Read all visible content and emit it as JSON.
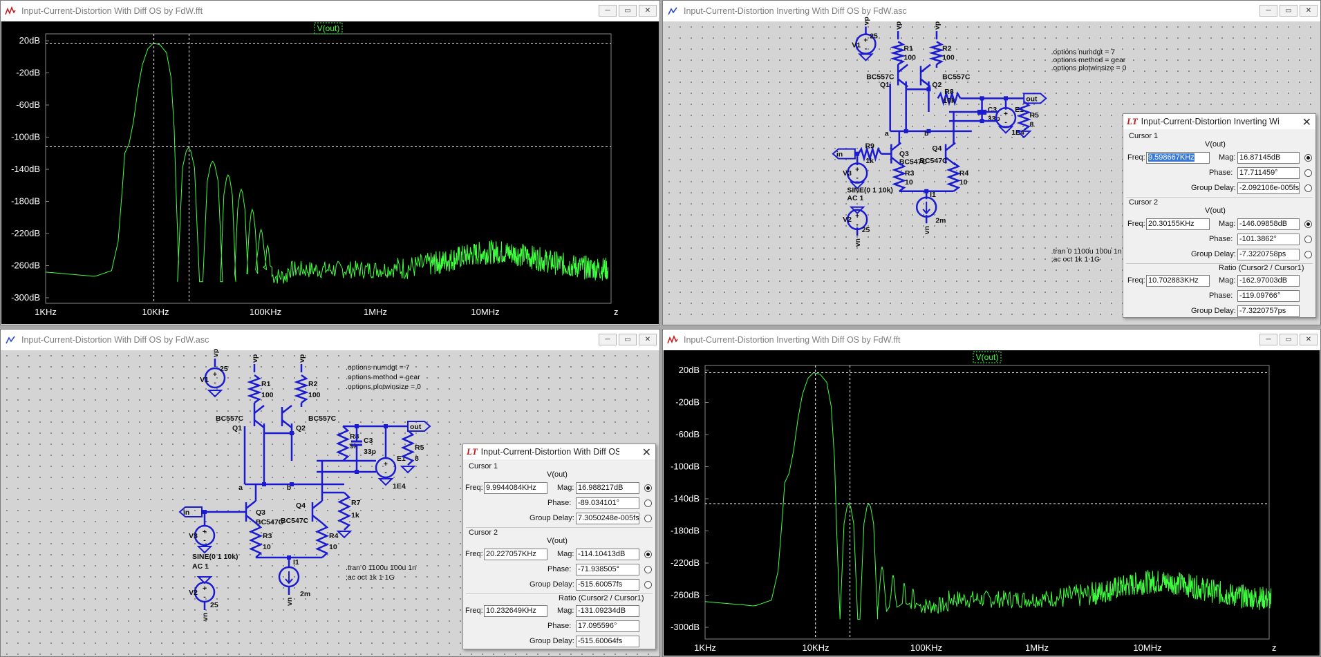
{
  "windows": {
    "tl": {
      "title": "Input-Current-Distortion With Diff OS by FdW.fft",
      "trace": "V(out)",
      "yticks": [
        "20dB",
        "-20dB",
        "-60dB",
        "-100dB",
        "-140dB",
        "-180dB",
        "-220dB",
        "-260dB",
        "-300dB"
      ],
      "xticks": [
        "1KHz",
        "10KHz",
        "100KHz",
        "1MHz",
        "10MHz"
      ],
      "x_end_fragment": "z"
    },
    "tr": {
      "title": "Input-Current-Distortion Inverting With Diff OS by FdW.asc"
    },
    "bl": {
      "title": "Input-Current-Distortion With Diff OS by FdW.asc"
    },
    "br": {
      "title": "Input-Current-Distortion Inverting With Diff OS by FdW.fft",
      "trace": "V(out)",
      "yticks": [
        "20dB",
        "-20dB",
        "-60dB",
        "-100dB",
        "-140dB",
        "-180dB",
        "-220dB",
        "-260dB",
        "-300dB"
      ],
      "xticks": [
        "1KHz",
        "10KHz",
        "100KHz",
        "1MHz",
        "10MHz"
      ],
      "x_end_fragment": "z"
    }
  },
  "schematic_tr": {
    "opts": [
      ".options numdgt = 7",
      ".options method = gear",
      ".options plotwinsize = 0"
    ],
    "labels": {
      "v1": "V1",
      "v1v": "25",
      "r1": "R1",
      "r1v": "100",
      "r2": "R2",
      "r2v": "100",
      "q1t": "BC557C",
      "q1": "Q1",
      "q2t": "BC557C",
      "q2": "Q2",
      "r8": "R8",
      "r8v": "10k",
      "c3": "C3",
      "c3v": "33p",
      "out": "out",
      "r5": "R5",
      "r5v": "8",
      "e1": "E1",
      "e1v": "1E4",
      "r9": "R9",
      "r9v": "1k",
      "q3": "Q3",
      "q3t": "BC547C",
      "q4": "Q4",
      "q4t": "BC547C",
      "in": "in",
      "v3": "V3",
      "r3": "R3",
      "r3v": "10",
      "r4": "R4",
      "r4v": "10",
      "i1": "I1",
      "i1v": "2m",
      "sine": "SINE(0 1 10k)",
      "ac": "AC 1",
      "v2": "V2",
      "v2v": "25",
      "vp": "vp",
      "vn": "vn",
      "na": "a",
      "nb": "b"
    },
    "tran": [
      ".tran 0 1100u 100u 1n",
      ";ac oct 1k 1 1G"
    ]
  },
  "schematic_bl": {
    "opts": [
      ".options numdgt = 7",
      ".options method = gear",
      ".options plotwinsize = 0"
    ],
    "labels": {
      "v1": "V1",
      "v1v": "25",
      "r1": "R1",
      "r1v": "100",
      "r2": "R2",
      "r2v": "100",
      "q1t": "BC557C",
      "q1": "Q1",
      "q2t": "BC557C",
      "q2": "Q2",
      "r8": "R8",
      "r8v": "9k",
      "c3": "C3",
      "c3v": "33p",
      "out": "out",
      "r5": "R5",
      "r5v": "8",
      "e1": "E1",
      "e1v": "1E4",
      "q3": "Q3",
      "q3t": "BC547C",
      "q4": "Q4",
      "q4t": "BC547C",
      "r7": "R7",
      "r7v": "1k",
      "in": "in",
      "v3": "V3",
      "r3": "R3",
      "r3v": "10",
      "r4": "R4",
      "r4v": "10",
      "i1": "I1",
      "i1v": "2m",
      "sine": "SINE(0 1 10k)",
      "ac": "AC 1",
      "v2": "V2",
      "v2v": "25",
      "vp": "vp",
      "vn": "vn",
      "na": "a",
      "nb": "b"
    },
    "tran": [
      ".tran 0 1100u 100u 1n",
      ";ac oct 1k 1 1G"
    ]
  },
  "cursor_tr": {
    "title": "Input-Current-Distortion Inverting With ...",
    "c1": {
      "sec": "Cursor 1",
      "trace": "V(out)",
      "freq": "9.598667KHz",
      "mag": "16.87145dB",
      "phase": "17.711459°",
      "gd": "-2.092106e-005fs"
    },
    "c2": {
      "sec": "Cursor 2",
      "trace": "V(out)",
      "freq": "20.30155KHz",
      "mag": "-146.09858dB",
      "phase": "-101.3862°",
      "gd": "-7.3220758ps"
    },
    "ratio": {
      "sec": "Ratio (Cursor2 / Cursor1)",
      "freq": "10.702883KHz",
      "mag": "-162.97003dB",
      "phase": "-119.09766°",
      "gd": "-7.3220757ps"
    },
    "lbl": {
      "freq": "Freq:",
      "mag": "Mag:",
      "phase": "Phase:",
      "gd": "Group Delay:"
    }
  },
  "cursor_bl": {
    "title": "Input-Current-Distortion With Diff OS by...",
    "c1": {
      "sec": "Cursor 1",
      "trace": "V(out)",
      "freq": "9.9944084KHz",
      "mag": "16.988217dB",
      "phase": "-89.034101°",
      "gd": "7.3050248e-005fs"
    },
    "c2": {
      "sec": "Cursor 2",
      "trace": "V(out)",
      "freq": "20.227057KHz",
      "mag": "-114.10413dB",
      "phase": "-71.938505°",
      "gd": "-515.60057fs"
    },
    "ratio": {
      "sec": "Ratio (Cursor2 / Cursor1)",
      "freq": "10.232649KHz",
      "mag": "-131.09234dB",
      "phase": "17.095596°",
      "gd": "-515.60064fs"
    },
    "lbl": {
      "freq": "Freq:",
      "mag": "Mag:",
      "phase": "Phase:",
      "gd": "Group Delay:"
    }
  },
  "colors": {
    "trace": "#40ff40",
    "wire": "#1a1ad0",
    "cursor": "#ffffff"
  }
}
